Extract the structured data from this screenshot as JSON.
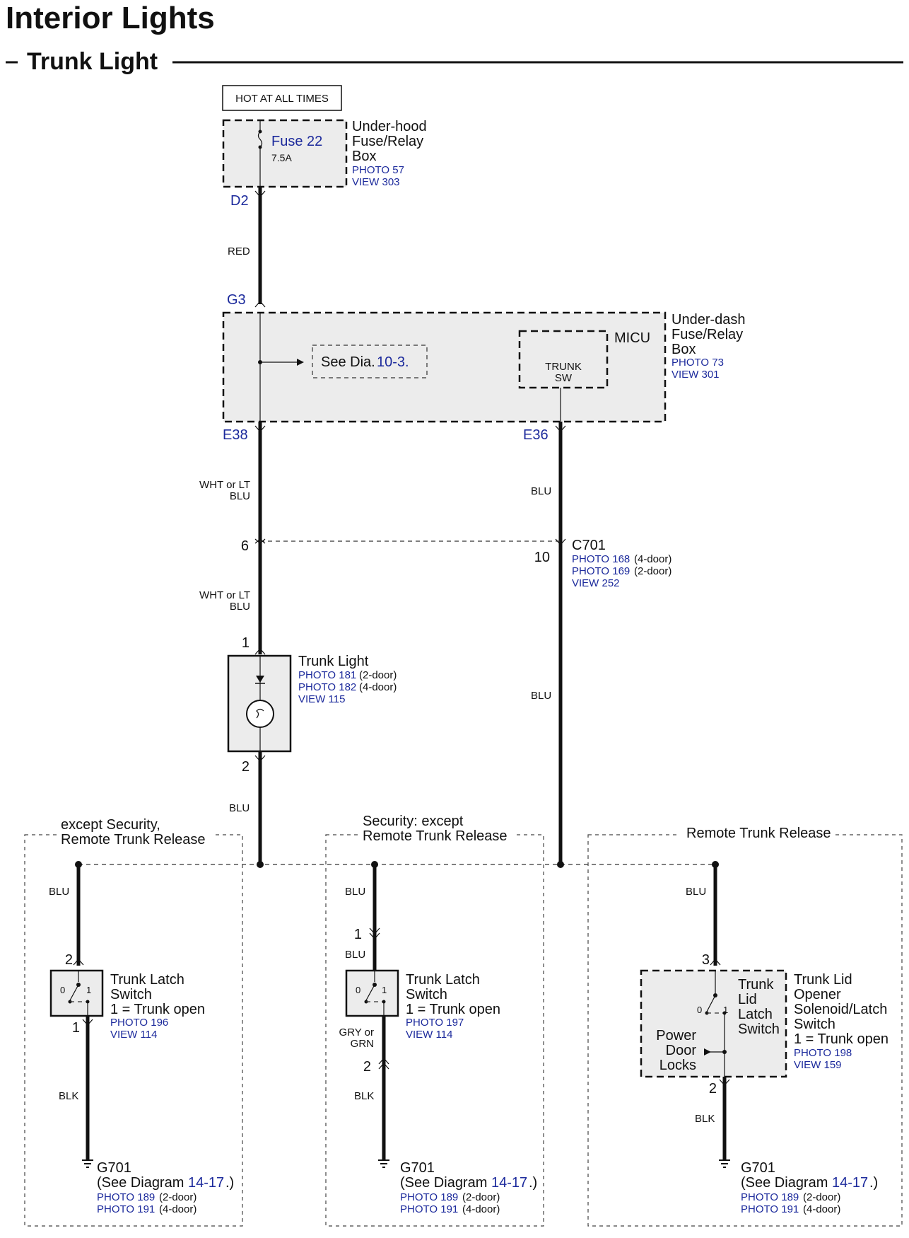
{
  "title": "Interior Lights",
  "subtitle": "Trunk Light",
  "hot_at_all_times": "HOT AT ALL TIMES",
  "fuse": {
    "name": "Fuse 22",
    "rating": "7.5A"
  },
  "underhood_box": {
    "l1": "Under-hood",
    "l2": "Fuse/Relay",
    "l3": "Box",
    "photo": "PHOTO 57",
    "view": "VIEW 303"
  },
  "terminals": {
    "d2": "D2",
    "g3": "G3",
    "e38": "E38",
    "e36": "E36"
  },
  "wires": {
    "red": "RED",
    "wht_l1": "WHT or LT",
    "wht_l2": "BLU",
    "blu": "BLU",
    "blk": "BLK",
    "gry_l1": "GRY or",
    "gry_l2": "GRN"
  },
  "micu": {
    "label": "MICU",
    "see_dia": "See Dia.",
    "see_dia_ref": "10-3.",
    "trunk_sw_l1": "TRUNK",
    "trunk_sw_l2": "SW"
  },
  "underdash_box": {
    "l1": "Under-dash",
    "l2": "Fuse/Relay",
    "l3": "Box",
    "photo": "PHOTO 73",
    "view": "VIEW 301"
  },
  "c701": {
    "name": "C701",
    "pin_left": "6",
    "pin_right": "10",
    "photo1": "PHOTO 168",
    "photo1_note": "(4-door)",
    "photo2": "PHOTO 169",
    "photo2_note": "(2-door)",
    "view": "VIEW 252"
  },
  "trunk_light": {
    "name": "Trunk Light",
    "pin_top": "1",
    "pin_bottom": "2",
    "photo1": "PHOTO 181",
    "photo1_note": "(2-door)",
    "photo2": "PHOTO 182",
    "photo2_note": "(4-door)",
    "view": "VIEW 115"
  },
  "zones": {
    "left_l1": "except Security,",
    "left_l2": "Remote Trunk Release",
    "mid_l1": "Security: except",
    "mid_l2": "Remote Trunk Release",
    "right": "Remote Trunk Release"
  },
  "switch_left": {
    "l1": "Trunk Latch",
    "l2": "Switch",
    "l3": "1 = Trunk open",
    "photo": "PHOTO 196",
    "view": "VIEW 114",
    "pin_top": "2",
    "pin_bottom": "1",
    "pos0": "0",
    "pos1": "1"
  },
  "switch_mid": {
    "l1": "Trunk Latch",
    "l2": "Switch",
    "l3": "1 = Trunk open",
    "photo": "PHOTO 197",
    "view": "VIEW 114",
    "pin_conn_top": "1",
    "pin_conn_bottom": "2",
    "pos0": "0",
    "pos1": "1"
  },
  "switch_right": {
    "inner_l1": "Trunk",
    "inner_l2": "Lid",
    "inner_l3": "Latch",
    "inner_l4": "Switch",
    "pdl_l1": "Power",
    "pdl_l2": "Door",
    "pdl_l3": "Locks",
    "l1": "Trunk Lid",
    "l2": "Opener",
    "l3": "Solenoid/Latch",
    "l4": "Switch",
    "l5": "1 = Trunk open",
    "photo": "PHOTO 198",
    "view": "VIEW 159",
    "pin_top": "3",
    "pin_bottom": "2",
    "pos0": "0",
    "pos1": "1"
  },
  "ground": {
    "name": "G701",
    "see_pre": "(See Diagram",
    "see_ref": "14-17",
    "see_post": ".)",
    "photo1": "PHOTO 189",
    "photo1_note": "(2-door)",
    "photo2": "PHOTO 191",
    "photo2_note": "(4-door)"
  }
}
